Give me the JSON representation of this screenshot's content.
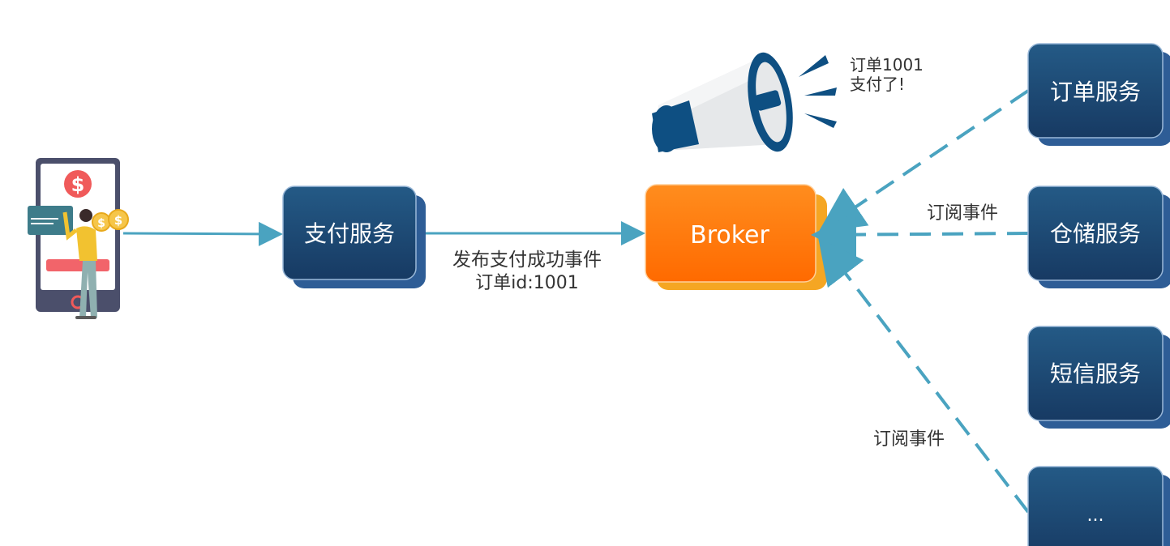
{
  "payment_service": {
    "label": "支付服务"
  },
  "publish_edge": {
    "line1": "发布支付成功事件",
    "line2": "订单id:1001"
  },
  "broker": {
    "label": "Broker"
  },
  "announcement": {
    "line1": "订单1001",
    "line2": "支付了!"
  },
  "subscribe_labels": {
    "top": "订阅事件",
    "bottom": "订阅事件"
  },
  "services": [
    {
      "label": "订单服务"
    },
    {
      "label": "仓储服务"
    },
    {
      "label": "短信服务"
    },
    {
      "label": "..."
    }
  ],
  "colors": {
    "service_box": "#1f4e79",
    "service_box_shadow": "#2e5d96",
    "broker_box": "#ff7a10",
    "broker_shadow": "#f5a623",
    "solid_arrow": "#4aa3c0",
    "dashed_arrow": "#4aa3c0",
    "megaphone_blue": "#0e4f82",
    "megaphone_white": "#e6e8ea"
  }
}
